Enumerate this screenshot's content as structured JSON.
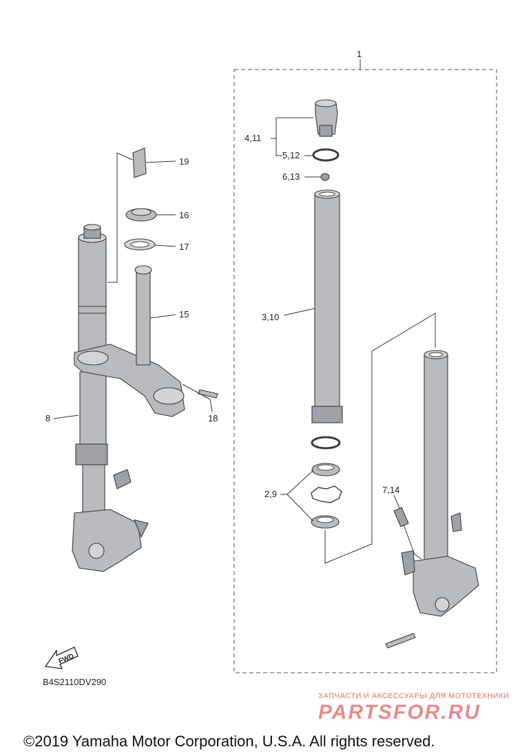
{
  "diagram": {
    "callouts": {
      "c1": "1",
      "c2_9": "2,9",
      "c3_10": "3,10",
      "c4_11": "4,11",
      "c5_12": "5,12",
      "c6_13": "6,13",
      "c7_14": "7,14",
      "c8": "8",
      "c15": "15",
      "c16": "16",
      "c17": "17",
      "c18": "18",
      "c19": "19"
    },
    "fwd_label": "FWD",
    "drawing_code": "B4S2110DV290"
  },
  "watermark": {
    "tagline": "ЗАПЧАСТИ И АКСЕССУАРЫ ДЛЯ МОТОТЕХНИКИ",
    "logo": "PARTSFOR.RU"
  },
  "copyright": "©2019 Yamaha Motor Corporation, U.S.A. All rights reserved."
}
